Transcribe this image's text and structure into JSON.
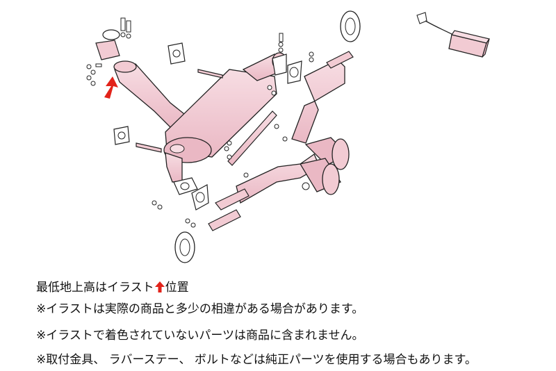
{
  "colors": {
    "part_fill": "#f2cbd3",
    "outline": "#222222",
    "accent_arrow": "#e2231a",
    "rubber": "#ffffff"
  },
  "notes": {
    "line1_before": "最低地上高はイラスト",
    "line1_after": "位置",
    "line2": "※イラストは実際の商品と多少の相違がある場合があります。",
    "line3": "※イラストで着色されていないパーツは商品に含まれません。",
    "line4": "※取付金具、 ラバーステー、 ボルトなどは純正パーツを使用する場合もあります。"
  },
  "icons": {
    "ground_clearance_marker": "red-up-arrow-icon"
  }
}
